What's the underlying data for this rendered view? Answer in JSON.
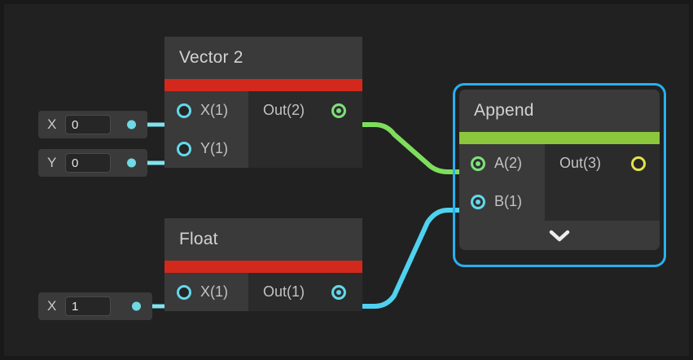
{
  "canvas": {
    "background_color": "#212121",
    "frame_color": "#191919"
  },
  "parameters": [
    {
      "name": "vector2-x",
      "label": "X",
      "value": "0",
      "dot_color": "#6fd9e4"
    },
    {
      "name": "vector2-y",
      "label": "Y",
      "value": "0",
      "dot_color": "#6fd9e4"
    },
    {
      "name": "float-x",
      "label": "X",
      "value": "1",
      "dot_color": "#6fd9e4"
    }
  ],
  "nodes": [
    {
      "id": "vector2",
      "title": "Vector 2",
      "accent_color": "#d3291c",
      "selected": false,
      "inputs": [
        {
          "label": "X(1)",
          "state": "unconnected",
          "color": "#63d8ea"
        },
        {
          "label": "Y(1)",
          "state": "unconnected",
          "color": "#63d8ea"
        }
      ],
      "outputs": [
        {
          "label": "Out(2)",
          "state": "connected",
          "color": "#7ee07a"
        }
      ]
    },
    {
      "id": "float",
      "title": "Float",
      "accent_color": "#d3291c",
      "selected": false,
      "inputs": [
        {
          "label": "X(1)",
          "state": "unconnected",
          "color": "#63d8ea"
        }
      ],
      "outputs": [
        {
          "label": "Out(1)",
          "state": "connected",
          "color": "#63d8ea"
        }
      ]
    },
    {
      "id": "append",
      "title": "Append",
      "accent_color": "#8cc63c",
      "selected": true,
      "selection_color": "#28b0ee",
      "expander_icon": "chevron-down-icon",
      "expander_glyph": "❯",
      "inputs": [
        {
          "label": "A(2)",
          "state": "connected",
          "color": "#7ee07a"
        },
        {
          "label": "B(1)",
          "state": "connected",
          "color": "#63d8ea"
        }
      ],
      "outputs": [
        {
          "label": "Out(3)",
          "state": "unconnected",
          "color": "#e5e14a"
        }
      ]
    }
  ],
  "connections": [
    {
      "name": "vector2-x-param-to-vector2-x-input",
      "color": "#7fe3ef"
    },
    {
      "name": "vector2-y-param-to-vector2-y-input",
      "color": "#7fe3ef"
    },
    {
      "name": "float-x-param-to-float-x-input",
      "color": "#7fe3ef"
    },
    {
      "name": "vector2-out-to-append-a",
      "color": "#7ede5c"
    },
    {
      "name": "float-out-to-append-b",
      "color": "#4fd2f0"
    }
  ]
}
